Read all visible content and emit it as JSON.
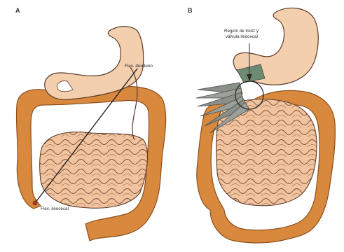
{
  "panels": [
    {
      "letter": "A",
      "labels": [
        "Flex. duodeno",
        "Flex. ileocecal"
      ]
    },
    {
      "letter": "B",
      "labels": [
        "Región de treitz y",
        "válvula ileocecal"
      ]
    }
  ],
  "colors": {
    "colon": "#d9893d",
    "colon_edge": "#8a4e1c",
    "small_bowel": "#f1c39f",
    "stomach": "#f3cfae",
    "outline": "#5a3b2a",
    "mesentery": "#8a8f88",
    "background": "#ffffff"
  }
}
